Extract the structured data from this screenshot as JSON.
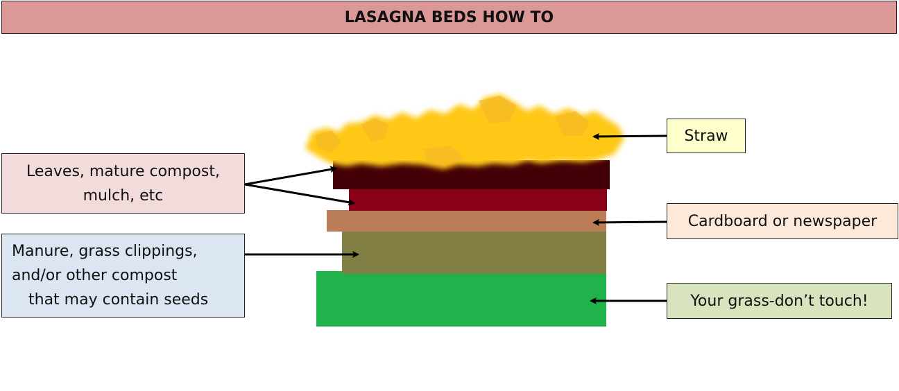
{
  "title": "LASAGNA BEDS HOW TO",
  "colors": {
    "title_bg": "#dc9896",
    "straw": "#ffc815",
    "straw_shade": "#f2b52a",
    "dark_layer": "#440006",
    "red_layer": "#8a0018",
    "cardboard_layer": "#bb7d58",
    "manure_layer": "#817f43",
    "grass_layer": "#22b24c",
    "leaves_box_bg": "#f2dcdb",
    "manure_box_bg": "#dce6f2",
    "straw_box_bg": "#ffffcc",
    "cardboard_box_bg": "#fde9d9",
    "grass_box_bg": "#d7e4bd"
  },
  "labels": {
    "leaves": [
      "Leaves, mature compost,",
      "mulch, etc"
    ],
    "manure": [
      "Manure, grass clippings,",
      "and/or other compost",
      "that may contain seeds"
    ],
    "straw": "Straw",
    "cardboard": "Cardboard or newspaper",
    "grass": "Your grass-don’t touch!"
  }
}
